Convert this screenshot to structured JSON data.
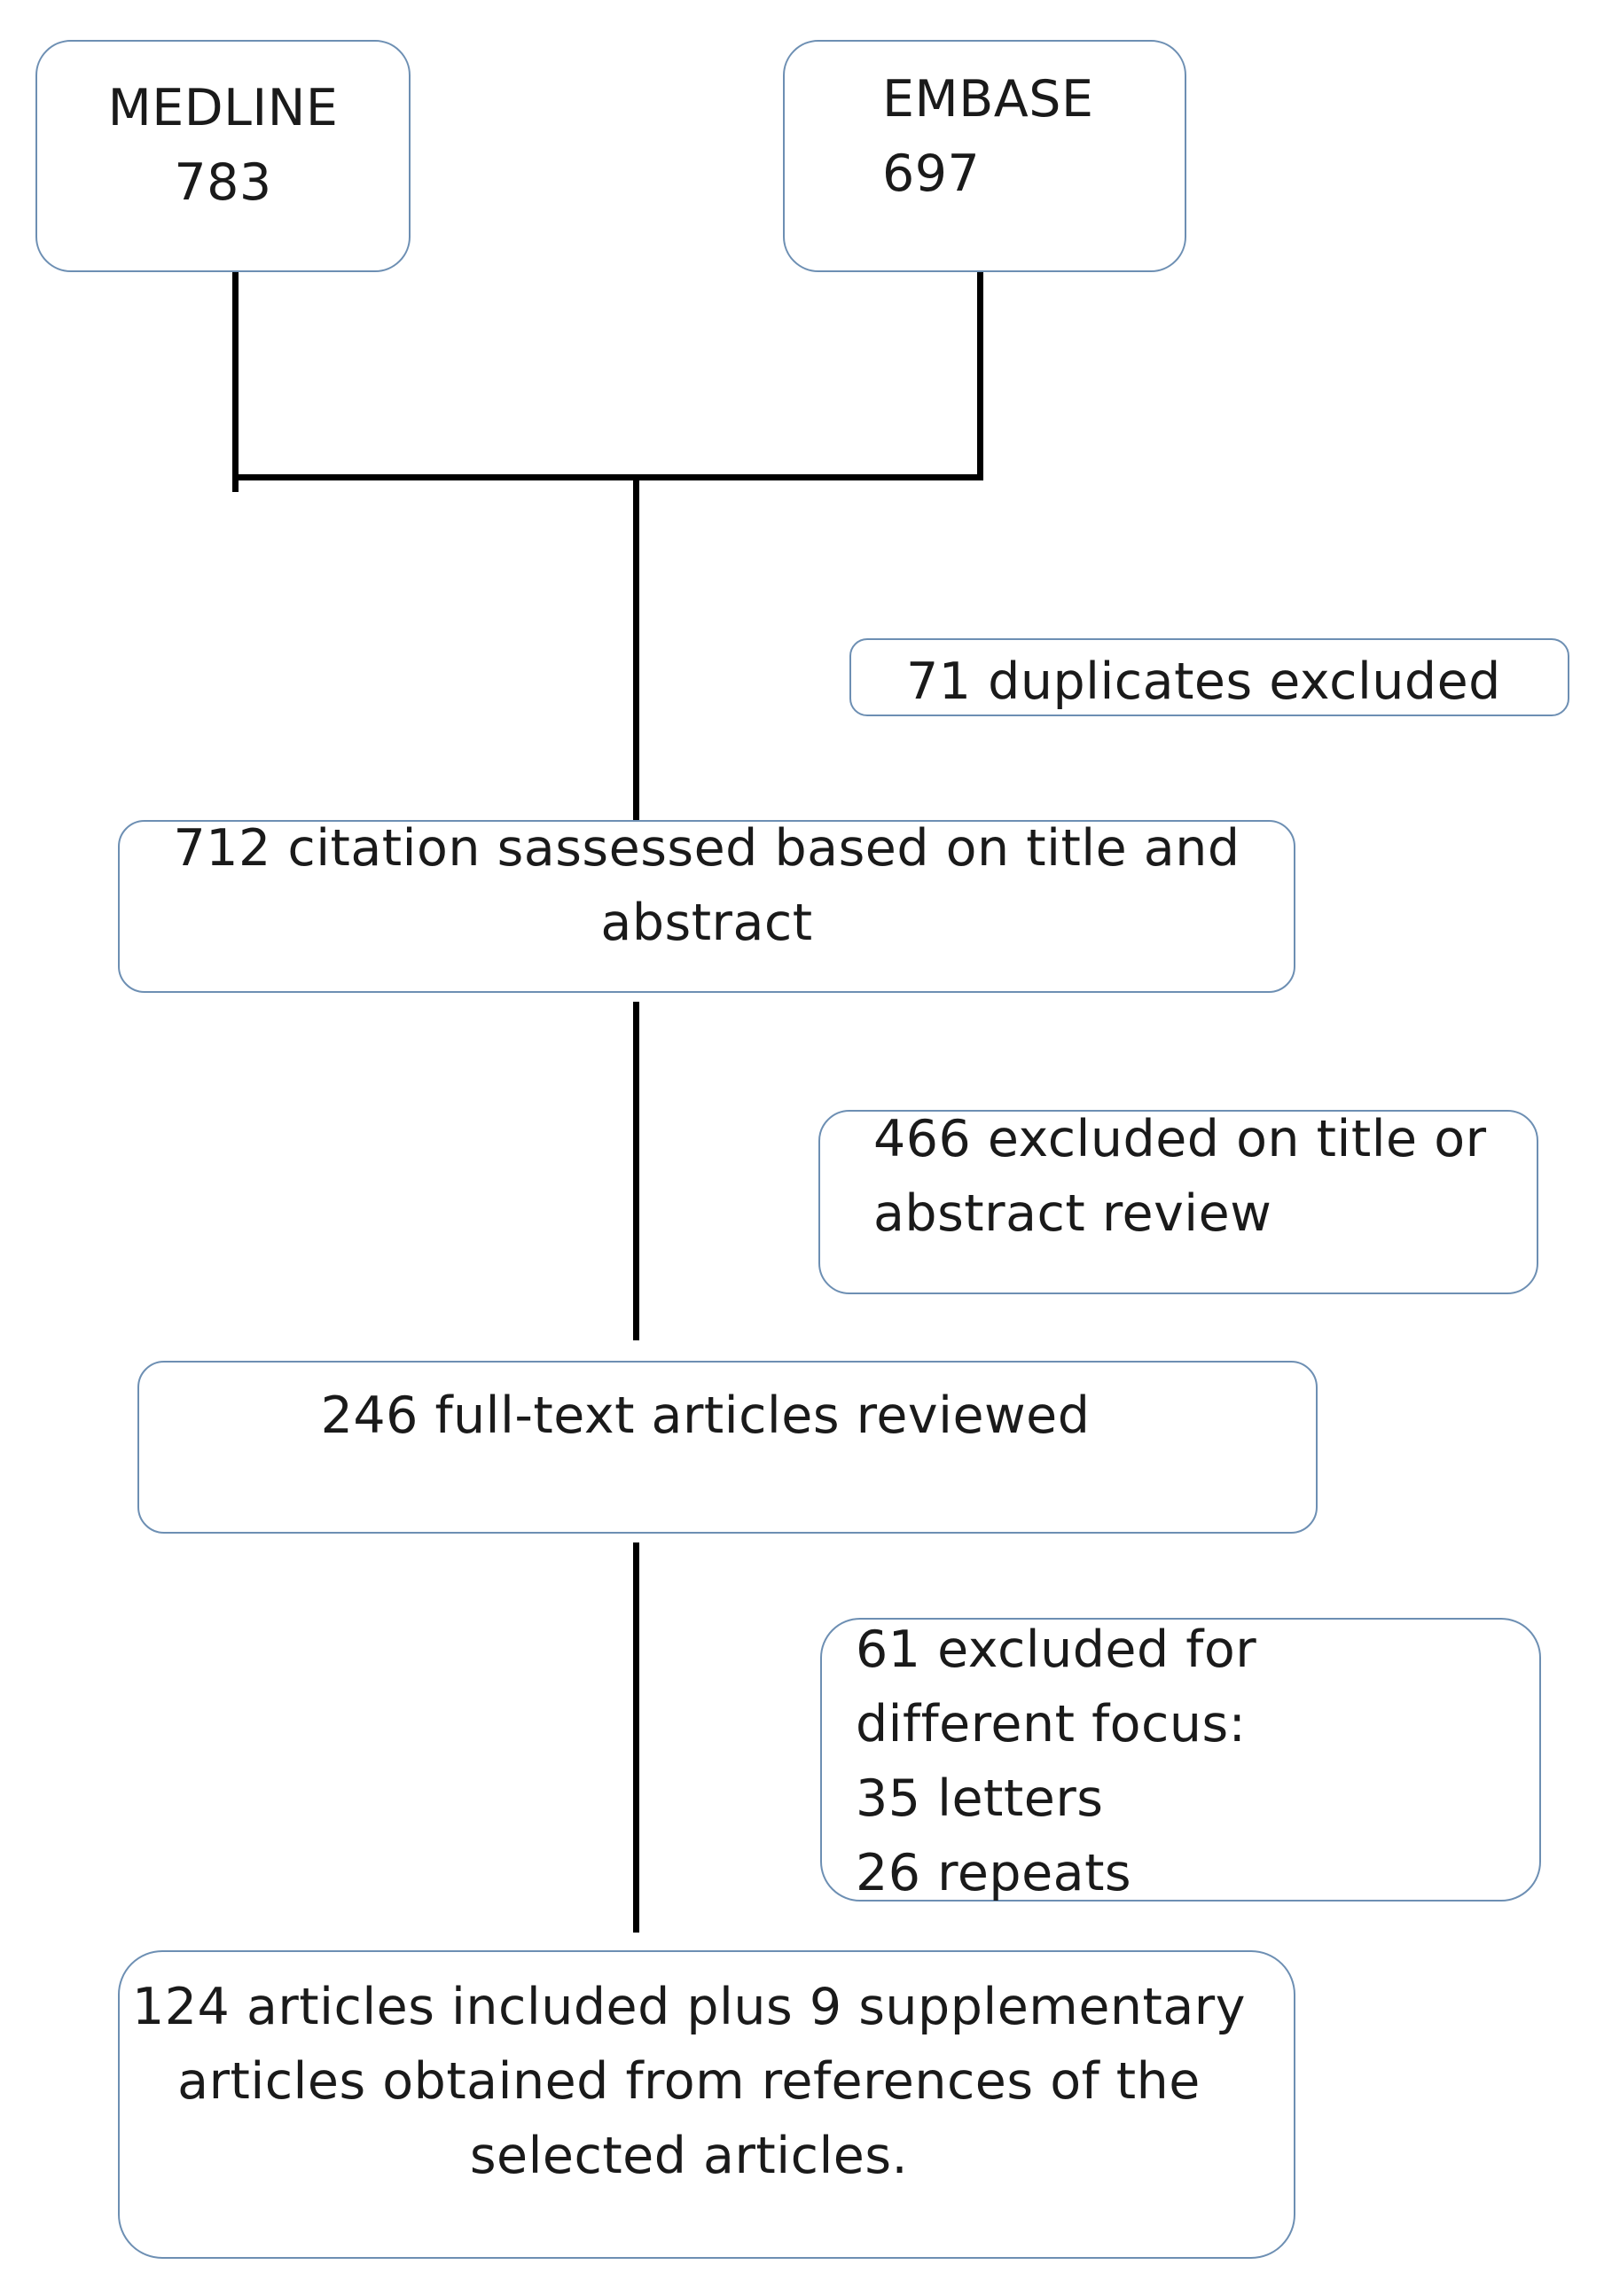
{
  "sources": {
    "medline": {
      "name": "MEDLINE",
      "count": "783"
    },
    "embase": {
      "name": "EMBASE",
      "count": "697"
    }
  },
  "duplicates": {
    "text": "71 duplicates excluded"
  },
  "screening": {
    "line1": "712 citation sassessed based on title and",
    "line2": "abstract"
  },
  "title_abstract_exclusion": {
    "line1": "466 excluded on title or",
    "line2": "abstract review"
  },
  "full_text": {
    "text": "246 full-text articles reviewed"
  },
  "full_text_exclusion": {
    "line1": "61 excluded for",
    "line2": "different focus:",
    "line3": "35 letters",
    "line4": "26 repeats"
  },
  "included": {
    "line1": "124 articles included plus 9 supplementary",
    "line2": "articles obtained from references of the",
    "line3": "selected articles."
  }
}
